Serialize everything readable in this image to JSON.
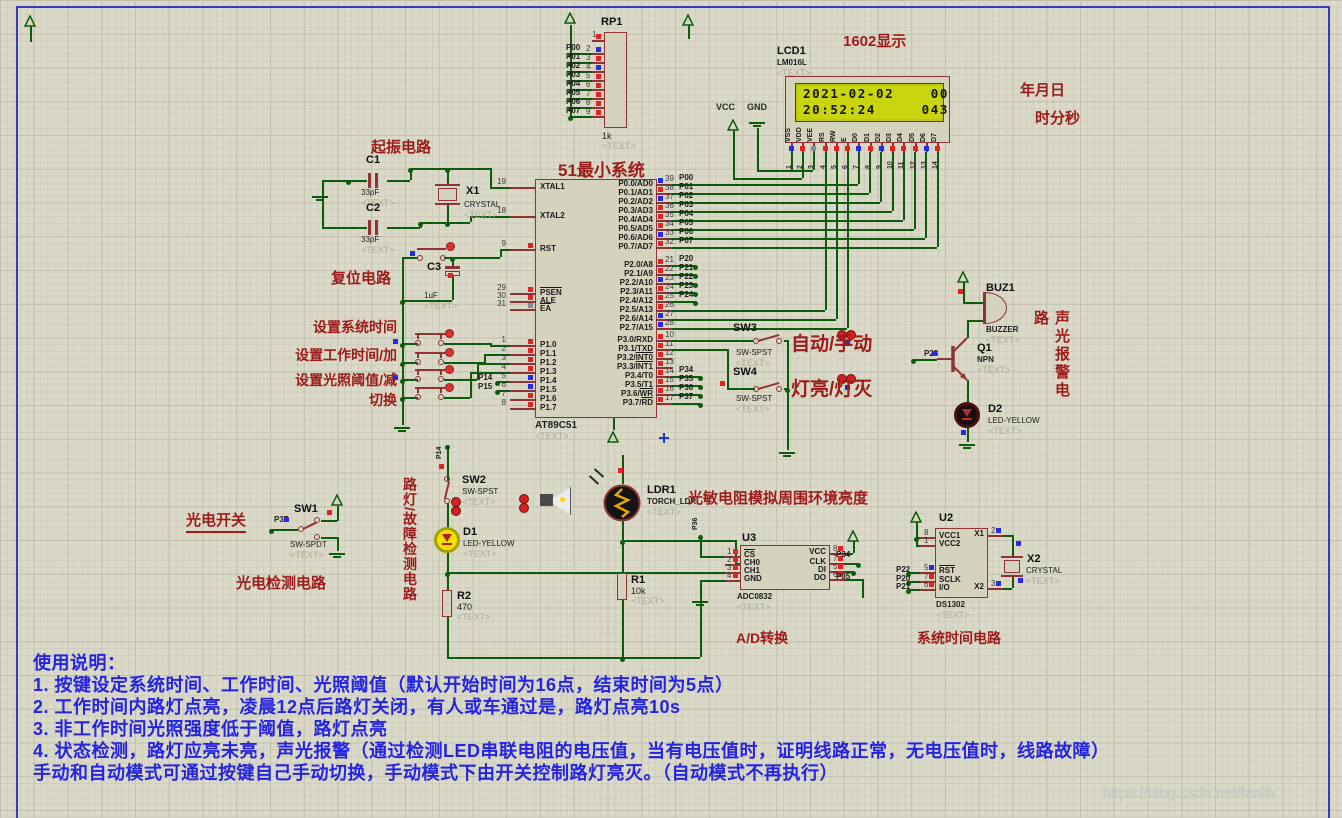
{
  "annotations": {
    "osc": "起振电路",
    "reset": "复位电路",
    "mcu_title": "51最小系统",
    "lcd_title": "1602显示",
    "ymd": "年月日",
    "hms": "时分秒",
    "auto_manual": "自动/手动",
    "lamp_onoff": "灯亮/灯灭",
    "alarm": "声光报警电路",
    "photo_sw": "光电开关",
    "photo_circuit": "光电检测电路",
    "lamp_fault": "路灯/故障检测电路",
    "ldr_note": "光敏电阻模拟周围环境亮度",
    "adc": "A/D转换",
    "rtc": "系统时间电路",
    "btn_labels": [
      "设置系统时间",
      "设置工作时间/加",
      "设置光照阈值/减",
      "切换"
    ]
  },
  "instructions": [
    "使用说明：",
    "1. 按键设定系统时间、工作时间、光照阈值（默认开始时间为16点，结束时间为5点）",
    "2. 工作时间内路灯点亮，凌晨12点后路灯关闭，有人或车通过是，路灯点亮10s",
    "3. 非工作时间光照强度低于阈值，路灯点亮",
    "4. 状态检测，路灯应亮未亮，声光报警（通过检测LED串联电阻的电压值，当有电压值时，证明线路正常，无电压值时，线路故障）",
    "手动和自动模式可通过按键自己手动切换，手动模式下由开关控制路灯亮灭。（自动模式不再执行）"
  ],
  "watermark": "https://blog.csdn.net/fanfh",
  "power": {
    "vcc": "VCC",
    "gnd": "GND"
  },
  "lcd": {
    "ref": "LCD1",
    "model": "LM016L",
    "tag": "<TEXT>",
    "line1": "2021-02-02    00",
    "line2": "20:52:24     043",
    "pins": [
      "VSS",
      "VDD",
      "VEE",
      "RS",
      "RW",
      "E",
      "D0",
      "D1",
      "D2",
      "D3",
      "D4",
      "D5",
      "D6",
      "D7"
    ],
    "numbers": [
      "1",
      "2",
      "3",
      "4",
      "5",
      "6",
      "7",
      "8",
      "9",
      "10",
      "11",
      "12",
      "13",
      "14"
    ]
  },
  "mcu": {
    "ref": "AT89C51",
    "tag": "<TEXT>",
    "left_pins": [
      {
        "n": "19",
        "l": "XTAL1"
      },
      {
        "n": "18",
        "l": "XTAL2"
      },
      {
        "n": "9",
        "l": "RST"
      },
      {
        "n": "29",
        "l": "PSEN",
        "ol": true
      },
      {
        "n": "30",
        "l": "ALE"
      },
      {
        "n": "31",
        "l": "EA",
        "ol": true
      },
      {
        "n": "1",
        "l": "P1.0"
      },
      {
        "n": "2",
        "l": "P1.1"
      },
      {
        "n": "3",
        "l": "P1.2"
      },
      {
        "n": "4",
        "l": "P1.3"
      },
      {
        "n": "5",
        "l": "P1.4"
      },
      {
        "n": "6",
        "l": "P1.5"
      },
      {
        "n": "7",
        "l": "P1.6"
      },
      {
        "n": "8",
        "l": "P1.7"
      }
    ],
    "right_pins": [
      {
        "n": "39",
        "l": "P0.0/AD0",
        "net": "P00"
      },
      {
        "n": "38",
        "l": "P0.1/AD1",
        "net": "P01"
      },
      {
        "n": "37",
        "l": "P0.2/AD2",
        "net": "P02"
      },
      {
        "n": "36",
        "l": "P0.3/AD3",
        "net": "P03"
      },
      {
        "n": "35",
        "l": "P0.4/AD4",
        "net": "P04"
      },
      {
        "n": "34",
        "l": "P0.5/AD5",
        "net": "P05"
      },
      {
        "n": "33",
        "l": "P0.6/AD6",
        "net": "P06"
      },
      {
        "n": "32",
        "l": "P0.7/AD7",
        "net": "P07"
      },
      {
        "n": "21",
        "l": "P2.0/A8",
        "net": "P20"
      },
      {
        "n": "22",
        "l": "P2.1/A9",
        "net": "P21"
      },
      {
        "n": "23",
        "l": "P2.2/A10",
        "net": "P22"
      },
      {
        "n": "24",
        "l": "P2.3/A11",
        "net": "P23"
      },
      {
        "n": "25",
        "l": "P2.4/A12",
        "net": "P24"
      },
      {
        "n": "26",
        "l": "P2.5/A13"
      },
      {
        "n": "27",
        "l": "P2.6/A14"
      },
      {
        "n": "28",
        "l": "P2.7/A15"
      },
      {
        "n": "10",
        "l": "P3.0/RXD"
      },
      {
        "n": "11",
        "l": "P3.1/TXD"
      },
      {
        "n": "12",
        "pre": "P3.2/",
        "ol": "INT0"
      },
      {
        "n": "13",
        "pre": "P3.3/",
        "ol": "INT1"
      },
      {
        "n": "14",
        "l": "P3.4/T0",
        "net": "P34"
      },
      {
        "n": "15",
        "l": "P3.5/T1",
        "net": "P35"
      },
      {
        "n": "16",
        "pre": "P3.6/",
        "ol": "WR",
        "net": "P36"
      },
      {
        "n": "17",
        "pre": "P3.7/",
        "ol": "RD",
        "net": "P37"
      }
    ]
  },
  "rp1": {
    "ref": "RP1",
    "value": "1k",
    "tag": "<TEXT>",
    "pin1_num": "1",
    "pins": [
      {
        "net": "P00",
        "n": "2"
      },
      {
        "net": "P01",
        "n": "3"
      },
      {
        "net": "P02",
        "n": "4"
      },
      {
        "net": "P03",
        "n": "5"
      },
      {
        "net": "P04",
        "n": "6"
      },
      {
        "net": "P05",
        "n": "7"
      },
      {
        "net": "P06",
        "n": "8"
      },
      {
        "net": "P07",
        "n": "9"
      }
    ]
  },
  "osc": {
    "c1": {
      "ref": "C1",
      "value": "33pF",
      "tag": "<TEXT>"
    },
    "c2": {
      "ref": "C2",
      "value": "33pF",
      "tag": "<TEXT>"
    },
    "x1": {
      "ref": "X1",
      "value": "CRYSTAL",
      "tag": "<TEXT>"
    }
  },
  "reset": {
    "c3": {
      "ref": "C3",
      "value": "1uF",
      "tag": "<TEXT>"
    }
  },
  "sw1": {
    "ref": "SW1",
    "value": "SW-SPDT",
    "tag": "<TEXT>",
    "net": "P37"
  },
  "sw2": {
    "ref": "SW2",
    "value": "SW-SPST",
    "tag": "<TEXT>"
  },
  "sw3": {
    "ref": "SW3",
    "value": "SW-SPST",
    "tag": "<TEXT>"
  },
  "sw4": {
    "ref": "SW4",
    "value": "SW-SPST",
    "tag": "<TEXT>"
  },
  "lamp": {
    "d1": {
      "ref": "D1",
      "value": "LED-YELLOW",
      "tag": "<TEXT>"
    },
    "r2": {
      "ref": "R2",
      "value": "470",
      "tag": "<TEXT>"
    }
  },
  "r1": {
    "ref": "R1",
    "value": "10k",
    "tag": "<TEXT>"
  },
  "ldr": {
    "ref": "LDR1",
    "value": "TORCH_LDR",
    "tag": "<TEXT>"
  },
  "adc": {
    "ref": "U3",
    "value": "ADC0832",
    "tag": "<TEXT>",
    "left": [
      {
        "n": "1",
        "l": "CS",
        "ol": true
      },
      {
        "n": "2",
        "l": "CH0"
      },
      {
        "n": "3",
        "l": "CH1"
      },
      {
        "n": "4",
        "l": "GND"
      }
    ],
    "right": [
      {
        "n": "8",
        "l": "VCC"
      },
      {
        "n": "7",
        "l": "CLK"
      },
      {
        "n": "5",
        "l": "DI"
      },
      {
        "n": "6",
        "l": "DO"
      }
    ],
    "nets": {
      "clk": "P34",
      "di": "P35",
      "cs": "P36"
    }
  },
  "rtc": {
    "ref": "U2",
    "value": "DS1302",
    "tag": "<TEXT>",
    "left": [
      {
        "n": "8",
        "l": "VCC1"
      },
      {
        "n": "1",
        "l": "VCC2"
      },
      {
        "n": "5",
        "l": "RST",
        "ol": true,
        "net": "P22"
      },
      {
        "n": "7",
        "l": "SCLK",
        "net": "P20"
      },
      {
        "n": "6",
        "l": "I/O",
        "net": "P21"
      }
    ],
    "right": [
      {
        "n": "2",
        "l": "X1"
      },
      {
        "n": "3",
        "l": "X2"
      }
    ]
  },
  "x2": {
    "ref": "X2",
    "value": "CRYSTAL",
    "tag": "<TEXT>"
  },
  "alarm": {
    "buz": {
      "ref": "BUZ1",
      "value": "BUZZER",
      "tag": "<TEXT>"
    },
    "q1": {
      "ref": "Q1",
      "value": "NPN",
      "tag": "<TEXT>",
      "net": "P23"
    },
    "d2": {
      "ref": "D2",
      "value": "LED-YELLOW",
      "tag": "<TEXT>"
    }
  },
  "nets": {
    "p14": "P14",
    "p15": "P15",
    "p14v": "P14",
    "p36v": "P36"
  }
}
